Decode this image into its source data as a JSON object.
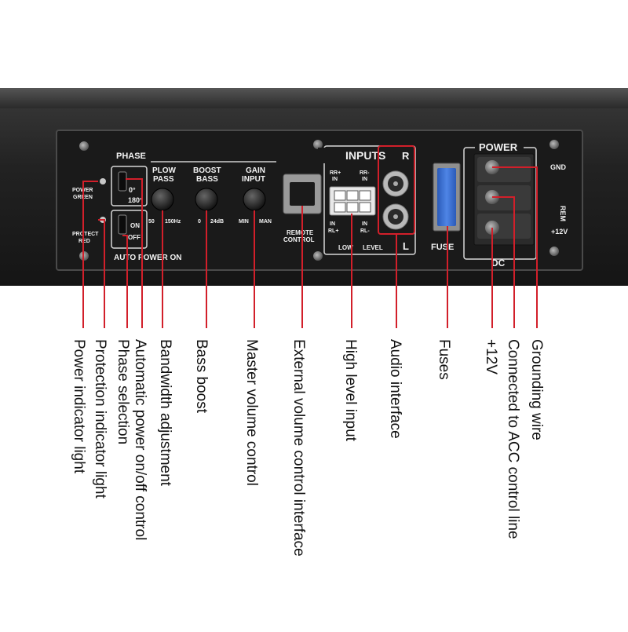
{
  "panel": {
    "phase": {
      "title": "PHASE",
      "deg0": "0°",
      "deg180": "180°"
    },
    "power_led": {
      "line1": "POWER",
      "line2": "GREEN"
    },
    "protect_led": {
      "line1": "PROTECT",
      "line2": "RED"
    },
    "auto_power": {
      "on": "ON",
      "off": "OFF",
      "caption": "AUTO POWER ON"
    },
    "lowpass": {
      "line1": "PLOW",
      "line2": "PASS",
      "min": "50",
      "max": "150Hz"
    },
    "boost": {
      "line1": "BOOST",
      "line2": "BASS",
      "min": "0",
      "max": "24dB"
    },
    "gain": {
      "line1": "GAIN",
      "line2": "INPUT",
      "min": "MIN",
      "max": "MAN"
    },
    "remote": {
      "line1": "REMOTE",
      "line2": "CONTROL"
    },
    "inputs": {
      "title": "INPUTS",
      "r": "R",
      "l": "L",
      "rr_plus": "RR+",
      "rr_minus": "RR-",
      "in": "IN",
      "rl_plus": "RL+",
      "rl_minus": "RL-",
      "low": "LOW",
      "level": "LEVEL"
    },
    "fuse": "FUSE",
    "power_block": {
      "title": "POWER",
      "gnd": "GND",
      "rem": "REM",
      "v12": "+12V",
      "dc": "DC"
    }
  },
  "callouts": [
    {
      "text": "Power indicator light",
      "color": "#d21f2a"
    },
    {
      "text": "Protection indicator light",
      "color": "#d21f2a"
    },
    {
      "text": "Phase selection",
      "color": "#d21f2a"
    },
    {
      "text": "Automatic power on/off control",
      "color": "#d21f2a"
    },
    {
      "text": "Bandwidth adjustment",
      "color": "#d21f2a"
    },
    {
      "text": "Bass boost",
      "color": "#d21f2a"
    },
    {
      "text": "Master volume control",
      "color": "#d21f2a"
    },
    {
      "text": "External volume control interface",
      "color": "#d21f2a"
    },
    {
      "text": "High level input",
      "color": "#d21f2a"
    },
    {
      "text": "Audio interface",
      "color": "#d21f2a"
    },
    {
      "text": "Fuses",
      "color": "#d21f2a"
    },
    {
      "text": "+12V",
      "color": "#d21f2a"
    },
    {
      "text": "Connected to ACC control line",
      "color": "#d21f2a"
    },
    {
      "text": "Grounding wire",
      "color": "#d21f2a"
    }
  ]
}
